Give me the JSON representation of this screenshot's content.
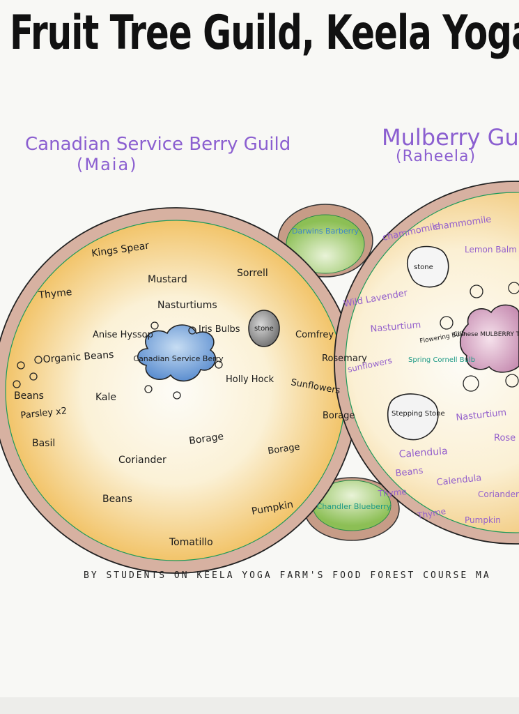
{
  "title": "Fruit Tree Guild, Keela Yoga Farm, M",
  "guilds": [
    {
      "name": "Canadian Service Berry Guild",
      "author": "(Maia)",
      "center_plant": "Canadian Service Berry",
      "plants": [
        "Kings Spear",
        "Thyme",
        "Mustard",
        "Sorrell",
        "Nasturtiums",
        "Anise Hyssop",
        "Iris Bulbs",
        "stone",
        "Comfrey",
        "Organic Beans",
        "Beans",
        "Parsley x2",
        "Kale",
        "Holly Hock",
        "Rosemary",
        "Sunflowers",
        "Borage",
        "Basil",
        "Borage",
        "Borage",
        "Coriander",
        "Beans",
        "Pumpkin",
        "Tomatillo"
      ]
    },
    {
      "name": "Mulberry Guil",
      "author": "(Raheela)",
      "center_plant": "Chinese MULBERRY Tree",
      "plants": [
        "chammomile",
        "chammomile",
        "Lemon Balm",
        "stone",
        "Wild Lavender",
        "Nasturtium",
        "Flowering Bulb",
        "Spring Cornell Bulb",
        "sunflowers",
        "Stepping Stone",
        "Nasturtium",
        "Calendula",
        "Rose",
        "Beans",
        "Calendula",
        "Thyme",
        "Coriander",
        "Thyme",
        "Pumpkin"
      ]
    }
  ],
  "shared_plants": [
    "Darwins Barberry",
    "Chandler Blueberry"
  ],
  "credit": "BY STUDENTS ON KEELA YOGA FARM'S FOOD FOREST COURSE MA",
  "colors": {
    "ink": "#1a1a1a",
    "purple": "#8b5fd0",
    "blue": "#3f86c9",
    "teal": "#1e9a86",
    "yellow": "#f2c460",
    "border": "#c9a18b"
  }
}
